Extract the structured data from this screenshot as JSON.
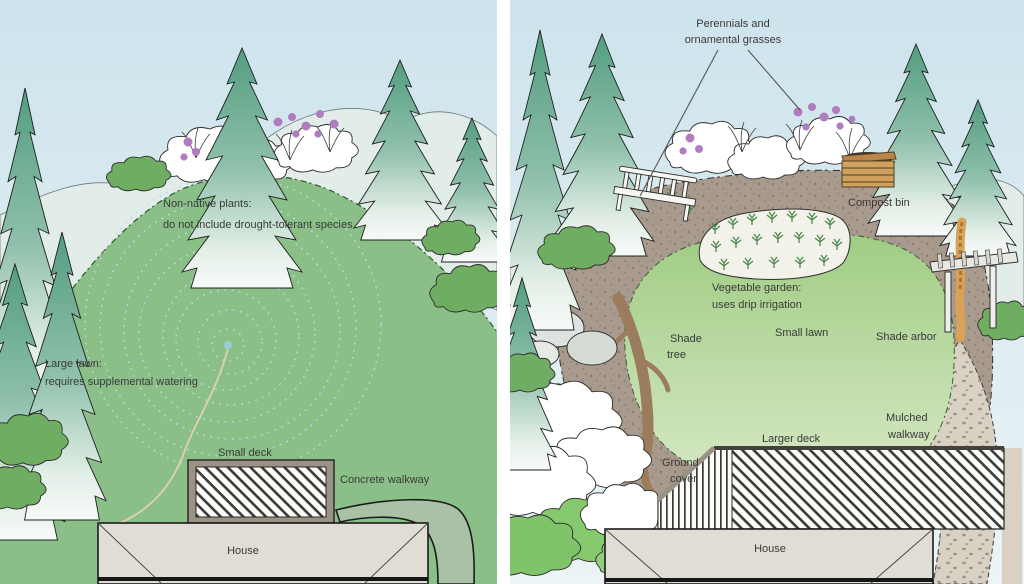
{
  "fig": {
    "left": {
      "labels": {
        "non_native_1": "Non-native plants:",
        "non_native_2": "do not include drought-tolerant species.",
        "large_lawn_1": "Large lawn:",
        "large_lawn_2": "requires supplemental watering",
        "small_deck": "Small deck",
        "concrete_walkway": "Concrete walkway",
        "house": "House"
      }
    },
    "right": {
      "labels": {
        "perennials_1": "Perennials and",
        "perennials_2": "ornamental grasses",
        "compost_bin": "Compost bin",
        "vegetable_garden_1": "Vegetable garden:",
        "vegetable_garden_2": "uses drip irrigation",
        "shade_tree_1": "Shade",
        "shade_tree_2": "tree",
        "small_lawn": "Small lawn",
        "shade_arbor": "Shade arbor",
        "mulched_walkway_1": "Mulched",
        "mulched_walkway_2": "walkway",
        "ground_cover_1": "Ground",
        "ground_cover_2": "cover",
        "larger_deck": "Larger deck",
        "house": "House"
      }
    },
    "colors": {
      "sky": "#d2e5ec",
      "hills": "#e2ece9",
      "conifer_green": "#549d80",
      "lawn_left": "#8abf88",
      "lawn_right": "#a9d292",
      "mulch_brown": "#a89a8c",
      "flower_purple": "#b07cc0",
      "house_fill": "#e0ded4",
      "sprinkler_blue": "#b9dbe7",
      "label_text": "#3a3a3a"
    }
  }
}
